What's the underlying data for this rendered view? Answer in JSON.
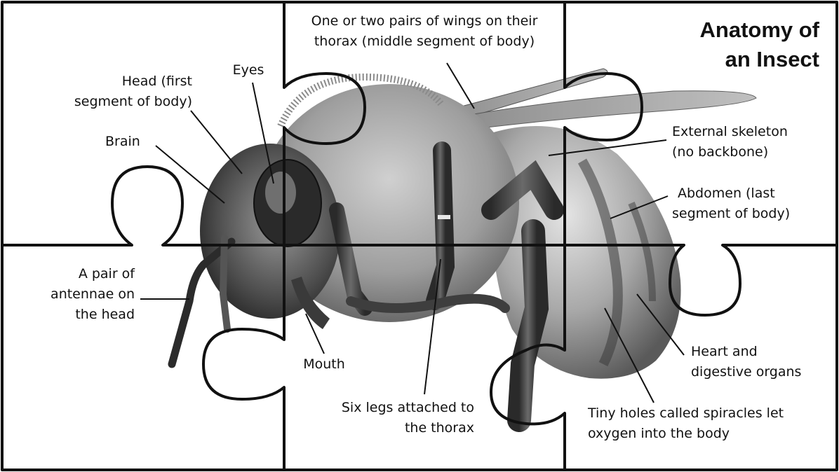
{
  "title": {
    "line1": "Anatomy of",
    "line2": "an Insect"
  },
  "labels": {
    "wings": {
      "line1": "One or two pairs of wings on their",
      "line2": "thorax (middle segment of body)"
    },
    "eyes": "Eyes",
    "head": {
      "line1": "Head (first",
      "line2": "segment of body)"
    },
    "brain": "Brain",
    "skeleton": {
      "line1": "External skeleton",
      "line2": "(no backbone)"
    },
    "abdomen": {
      "line1": "Abdomen (last",
      "line2": "segment of body)"
    },
    "antennae": {
      "line1": "A pair of",
      "line2": "antennae on",
      "line3": "the head"
    },
    "mouth": "Mouth",
    "legs": {
      "line1": "Six legs attached to",
      "line2": "the thorax"
    },
    "heart": {
      "line1": "Heart and",
      "line2": "digestive organs"
    },
    "spiracles": {
      "line1": "Tiny holes called spiracles let",
      "line2": "oxygen into the body"
    }
  },
  "colors": {
    "outline": "#111111",
    "background": "#ffffff",
    "insect_fur": "#a9a9a9",
    "insect_dark": "#3c3c3c"
  }
}
